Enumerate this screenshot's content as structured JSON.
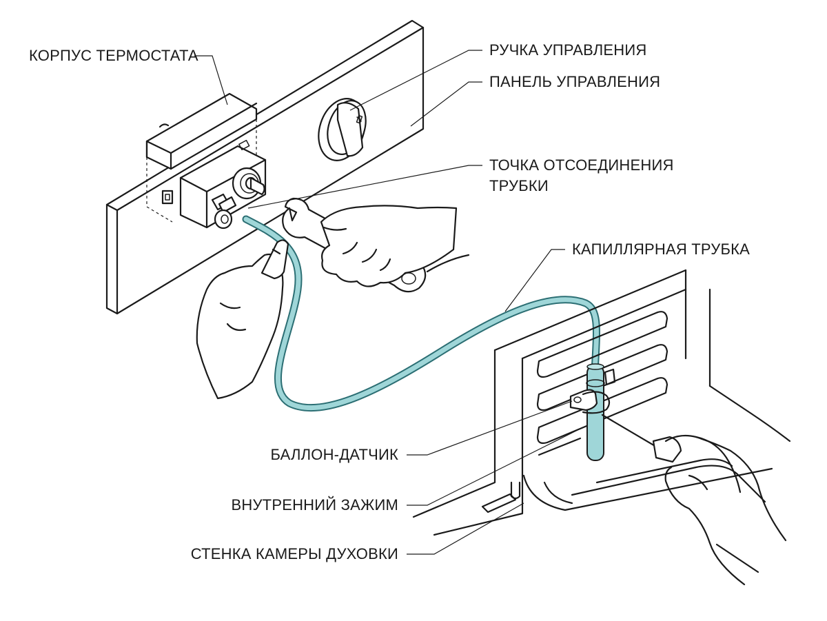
{
  "labels": {
    "thermostat_body": "КОРПУС ТЕРМОСТАТА",
    "control_knob": "РУЧКА УПРАВЛЕНИЯ",
    "control_panel": "ПАНЕЛЬ УПРАВЛЕНИЯ",
    "tube_disconnect_line1": "ТОЧКА ОТСОЕДИНЕНИЯ",
    "tube_disconnect_line2": "ТРУБКИ",
    "capillary_tube": "КАПИЛЛЯРНАЯ ТРУБКА",
    "sensing_bulb": "БАЛЛОН-ДАТЧИК",
    "inner_clamp": "ВНУТРЕННИЙ ЗАЖИМ",
    "oven_wall": "СТЕНКА КАМЕРЫ ДУХОВКИ"
  },
  "colors": {
    "tube": "#9fd6d8",
    "tube_outline": "#2b6e73",
    "line": "#1a1a1a",
    "background": "#ffffff"
  }
}
